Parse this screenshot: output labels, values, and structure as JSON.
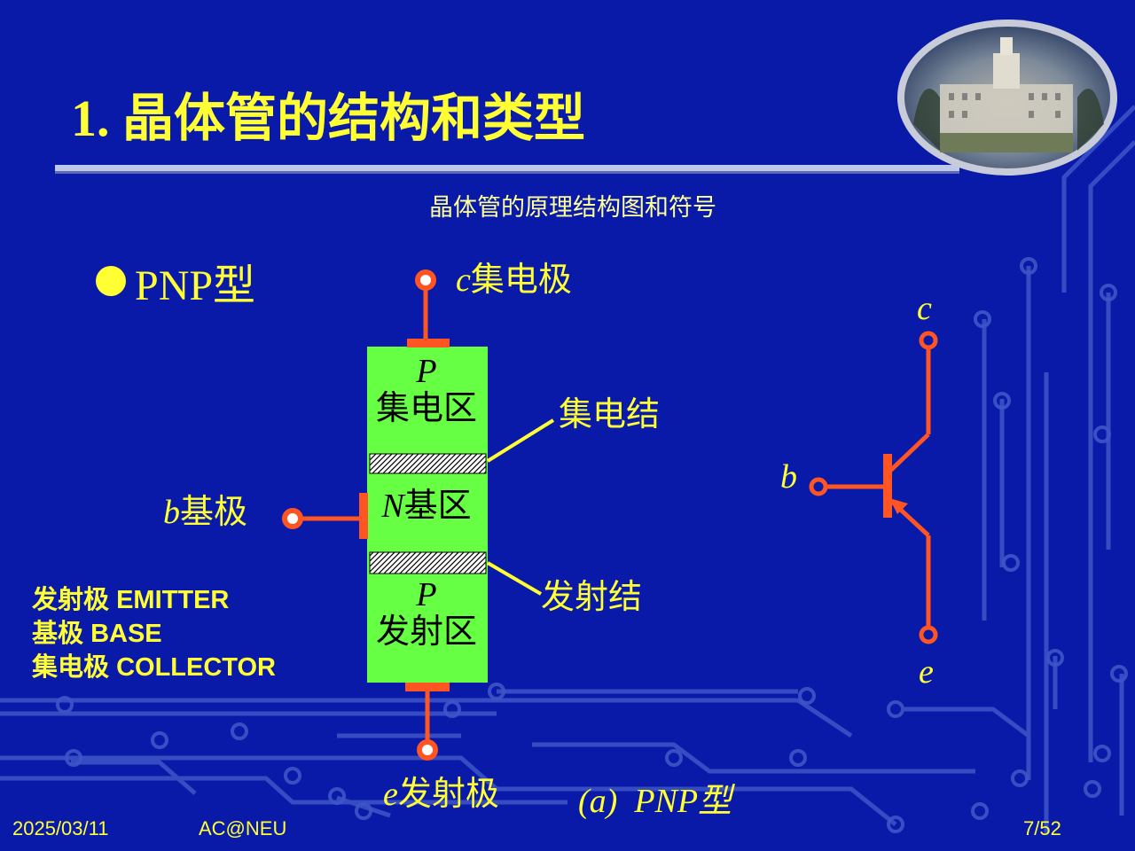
{
  "slide": {
    "title": "1. 晶体管的结构和类型",
    "subtitle": "晶体管的原理结构图和符号",
    "bullet": "PNP型"
  },
  "structure": {
    "collector_label_letter": "c",
    "collector_label": "集电极",
    "collector_region_type": "P",
    "collector_region": "集电区",
    "base_label_letter": "b",
    "base_label": "基极",
    "base_region_type": "N",
    "base_region": "基区",
    "emitter_region_type": "P",
    "emitter_region": "发射区",
    "emitter_label_letter": "e",
    "emitter_label": "发射极",
    "collector_junction": "集电结",
    "emitter_junction": "发射结",
    "caption_paren": "(a)",
    "caption_type": "PNP型"
  },
  "symbol": {
    "c_label": "c",
    "b_label": "b",
    "e_label": "e"
  },
  "glossary": [
    {
      "cn": "发射极",
      "en": "EMITTER"
    },
    {
      "cn": "基极",
      "en": "BASE"
    },
    {
      "cn": "集电极",
      "en": "COLLECTOR"
    }
  ],
  "footer": {
    "date": "2025/03/11",
    "org": "AC@NEU",
    "page": "7/52"
  },
  "colors": {
    "background": "#0a1aa8",
    "text_yellow": "#ffff33",
    "region_green": "#66ff44",
    "wire_red": "#ff5522",
    "leader_yellow": "#ffff33"
  }
}
